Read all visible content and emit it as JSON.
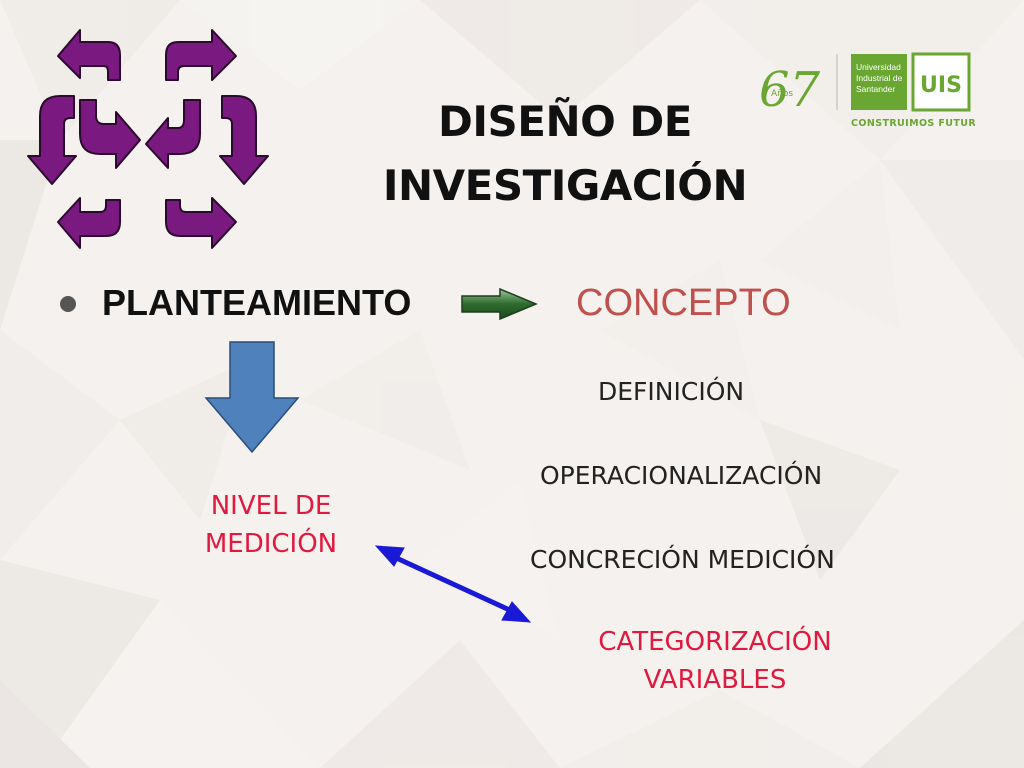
{
  "slide": {
    "title_line1": "DISEÑO DE",
    "title_line2": "INVESTIGACIÓN",
    "bullet_main": "PLANTEAMIENTO",
    "concepto": "CONCEPTO",
    "items": [
      "DEFINICIÓN",
      "OPERACIONALIZACIÓN",
      "CONCRECIÓN MEDICIÓN"
    ],
    "nivel_line1": "NIVEL DE",
    "nivel_line2": "MEDICIÓN",
    "categ_line1": "CATEGORIZACIÓN",
    "categ_line2": "VARIABLES"
  },
  "logo": {
    "anniversary_number": "67",
    "anniversary_word": "Años",
    "university_line1": "Universidad",
    "university_line2": "Industrial de",
    "university_line3": "Santander",
    "tagline": "CONSTRUIMOS FUTURO",
    "monogram": "UIS"
  },
  "colors": {
    "title": "#111111",
    "concepto": "#c0504d",
    "accent_red": "#e1193e",
    "purple_arrows": "#7a1a80",
    "blue_down_arrow": "#4f81bd",
    "double_arrow": "#1a1ad6",
    "green_arrow": "#2e6b2e",
    "uis_green": "#6aa632"
  },
  "icons": [
    "circular-arrows-icon",
    "green-right-arrow-icon",
    "blue-down-arrow-icon",
    "double-headed-arrow-icon"
  ]
}
